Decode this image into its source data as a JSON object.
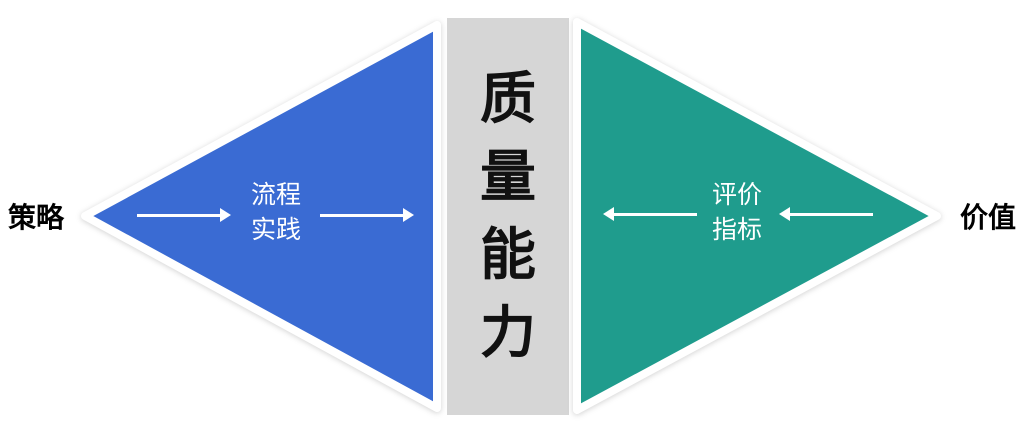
{
  "labels": {
    "left": "策略",
    "right": "价值"
  },
  "left_triangle": {
    "line1": "流程",
    "line2": "实践",
    "color": "#3A6BD3"
  },
  "right_triangle": {
    "line1": "评价",
    "line2": "指标",
    "color": "#1F9C8D"
  },
  "center": {
    "char1": "质",
    "char2": "量",
    "char3": "能",
    "char4": "力",
    "bg": "#D6D6D6"
  },
  "icons": {
    "arrow_color": "#FFFFFF"
  }
}
